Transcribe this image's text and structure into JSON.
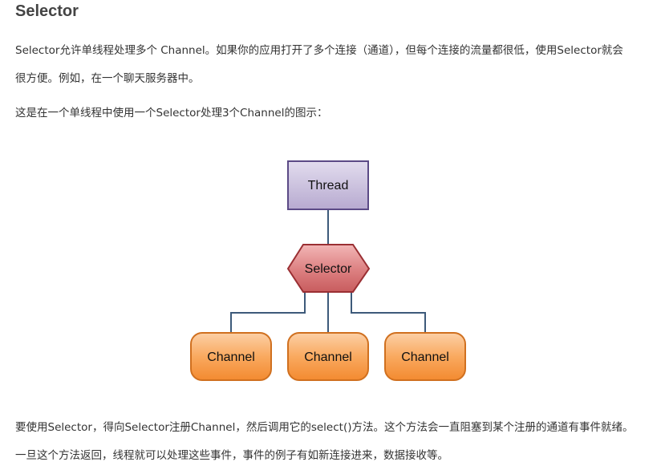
{
  "heading": "Selector",
  "paragraphs": {
    "intro_line1": "Selector允许单线程处理多个 Channel。如果你的应用打开了多个连接（通道），但每个连接的流量都很低，使用Selector就会",
    "intro_line2": "很方便。例如，在一个聊天服务器中。",
    "figure_caption": "这是在一个单线程中使用一个Selector处理3个Channel的图示：",
    "usage_line1": "要使用Selector，得向Selector注册Channel，然后调用它的select()方法。这个方法会一直阻塞到某个注册的通道有事件就绪。",
    "usage_line2": "一旦这个方法返回，线程就可以处理这些事件，事件的例子有如新连接进来，数据接收等。"
  },
  "diagram": {
    "thread_label": "Thread",
    "selector_label": "Selector",
    "channels": [
      "Channel",
      "Channel",
      "Channel"
    ],
    "colors": {
      "thread_fill": "#c9bfdc",
      "thread_border": "#5b4a86",
      "selector_fill": "#d8787a",
      "selector_border": "#9a2f33",
      "channel_fill": "#f8a65c",
      "channel_border": "#d0701f",
      "connector": "#3d5a7a"
    }
  }
}
